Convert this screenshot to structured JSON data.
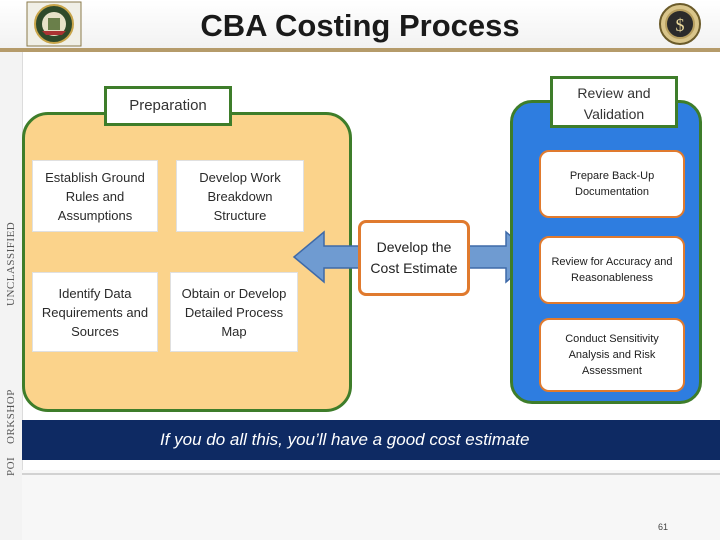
{
  "header": {
    "title": "CBA Costing Process"
  },
  "left_labels": {
    "upper": "UNCLASSIFIED",
    "lower": "ORKSHOP",
    "bottom": "POI"
  },
  "preparation": {
    "label": "Preparation",
    "steps": [
      "Establish Ground Rules and Assumptions",
      "Develop Work Breakdown Structure",
      "Identify Data Requirements and Sources",
      "Obtain or Develop Detailed Process Map"
    ]
  },
  "develop": {
    "label": "Develop the Cost Estimate"
  },
  "review": {
    "label": "Review and Validation",
    "steps": [
      "Prepare Back-Up Documentation",
      "Review for Accuracy and Reasonableness",
      "Conduct Sensitivity Analysis and Risk Assessment"
    ]
  },
  "footer": {
    "banner": "If you do all this, you’ll have a good cost estimate",
    "page_number": "61"
  },
  "colors": {
    "prep_fill": "#fbd38b",
    "review_fill": "#2e7de0",
    "border_green": "#3e7d2a",
    "accent_orange": "#e07a2e",
    "banner_navy": "#0e2a63",
    "arrow_blue": "#6f9bd1"
  }
}
